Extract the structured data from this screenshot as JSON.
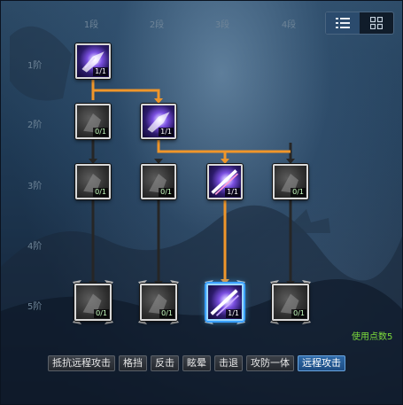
{
  "columns": [
    "1段",
    "2段",
    "3段",
    "4段"
  ],
  "rows": [
    "1阶",
    "2阶",
    "3阶",
    "4阶",
    "5阶"
  ],
  "view_toggle": {
    "list_icon": "list-icon",
    "grid_icon": "grid-icon",
    "active": "list"
  },
  "skills": [
    {
      "id": "r1c1",
      "count": "1/1",
      "learned": true
    },
    {
      "id": "r2c1",
      "count": "0/1",
      "learned": false
    },
    {
      "id": "r2c2",
      "count": "1/1",
      "learned": true
    },
    {
      "id": "r3c1",
      "count": "0/1",
      "learned": false
    },
    {
      "id": "r3c2",
      "count": "0/1",
      "learned": false
    },
    {
      "id": "r3c3",
      "count": "1/1",
      "learned": true
    },
    {
      "id": "r3c4",
      "count": "0/1",
      "learned": false
    },
    {
      "id": "r5c1",
      "count": "0/1",
      "learned": false
    },
    {
      "id": "r5c2",
      "count": "0/1",
      "learned": false
    },
    {
      "id": "r5c3",
      "count": "1/1",
      "learned": true
    },
    {
      "id": "r5c4",
      "count": "0/1",
      "learned": false
    }
  ],
  "points_used": "使用点数5",
  "tabs": [
    {
      "label": "抵抗远程攻击",
      "active": false
    },
    {
      "label": "格挡",
      "active": false
    },
    {
      "label": "反击",
      "active": false
    },
    {
      "label": "眩晕",
      "active": false
    },
    {
      "label": "击退",
      "active": false
    },
    {
      "label": "攻防一体",
      "active": false
    },
    {
      "label": "远程攻击",
      "active": true
    }
  ],
  "colors": {
    "learned_path": "#f0962a",
    "unlearned_path": "#2a2a2a",
    "points_text": "#7ddc3c",
    "active_tab": "#1c4c82"
  }
}
